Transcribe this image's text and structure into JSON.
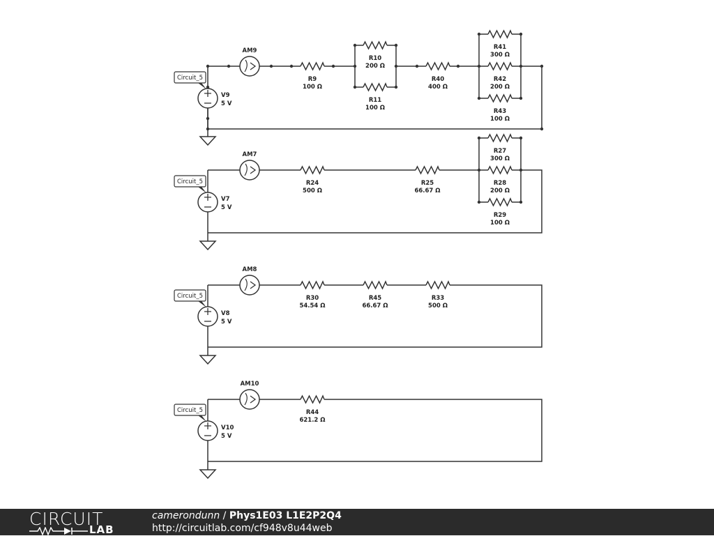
{
  "circuits": [
    {
      "source": {
        "name": "V9",
        "value": "5 V",
        "tag": "Circuit_5"
      },
      "ammeter": {
        "name": "AM9"
      },
      "resistors": [
        {
          "name": "R9",
          "value": "100 Ω"
        },
        {
          "name": "R10",
          "value": "200 Ω"
        },
        {
          "name": "R11",
          "value": "100 Ω"
        },
        {
          "name": "R40",
          "value": "400 Ω"
        },
        {
          "name": "R41",
          "value": "300 Ω"
        },
        {
          "name": "R42",
          "value": "200 Ω"
        },
        {
          "name": "R43",
          "value": "100 Ω"
        }
      ]
    },
    {
      "source": {
        "name": "V7",
        "value": "5 V",
        "tag": "Circuit_5"
      },
      "ammeter": {
        "name": "AM7"
      },
      "resistors": [
        {
          "name": "R24",
          "value": "500 Ω"
        },
        {
          "name": "R25",
          "value": "66.67 Ω"
        },
        {
          "name": "R27",
          "value": "300 Ω"
        },
        {
          "name": "R28",
          "value": "200 Ω"
        },
        {
          "name": "R29",
          "value": "100 Ω"
        }
      ]
    },
    {
      "source": {
        "name": "V8",
        "value": "5 V",
        "tag": "Circuit_5"
      },
      "ammeter": {
        "name": "AM8"
      },
      "resistors": [
        {
          "name": "R30",
          "value": "54.54 Ω"
        },
        {
          "name": "R45",
          "value": "66.67 Ω"
        },
        {
          "name": "R33",
          "value": "500 Ω"
        }
      ]
    },
    {
      "source": {
        "name": "V10",
        "value": "5 V",
        "tag": "Circuit_5"
      },
      "ammeter": {
        "name": "AM10"
      },
      "resistors": [
        {
          "name": "R44",
          "value": "621.2 Ω"
        }
      ]
    }
  ],
  "footer": {
    "logo_top": "CIRCUIT",
    "logo_bottom": "LAB",
    "user": "camerondunn",
    "separator": " / ",
    "title": "Phys1E03 L1E2P2Q4",
    "url": "http://circuitlab.com/cf948v8u44web"
  }
}
